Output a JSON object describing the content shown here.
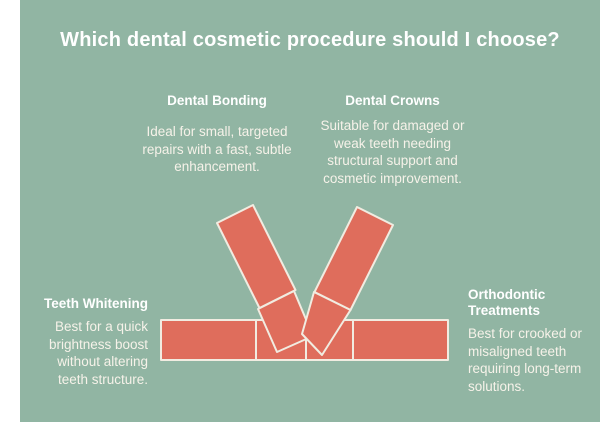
{
  "theme": {
    "bg-page": "#ffffff",
    "bg": "#91b5a3",
    "accent": "#df6d5c",
    "outline": "#f1ece1",
    "heading": "#ffffff",
    "body": "#f6f2e9"
  },
  "poster": {
    "title": "Which dental cosmetic procedure should I choose?"
  },
  "options": [
    {
      "id": "dental-bonding",
      "heading": "Dental Bonding",
      "body": "Ideal for small, targeted repairs with a fast, subtle enhancement."
    },
    {
      "id": "dental-crowns",
      "heading": "Dental Crowns",
      "body": "Suitable for damaged or weak teeth needing structural support and cosmetic improvement."
    },
    {
      "id": "teeth-whitening",
      "heading": "Teeth Whitening",
      "body": "Best for a quick brightness boost without altering teeth structure."
    },
    {
      "id": "orthodontic-treatments",
      "heading": "Orthodontic Treatments",
      "body": "Best for crooked or misaligned teeth requiring long-term solutions."
    }
  ]
}
